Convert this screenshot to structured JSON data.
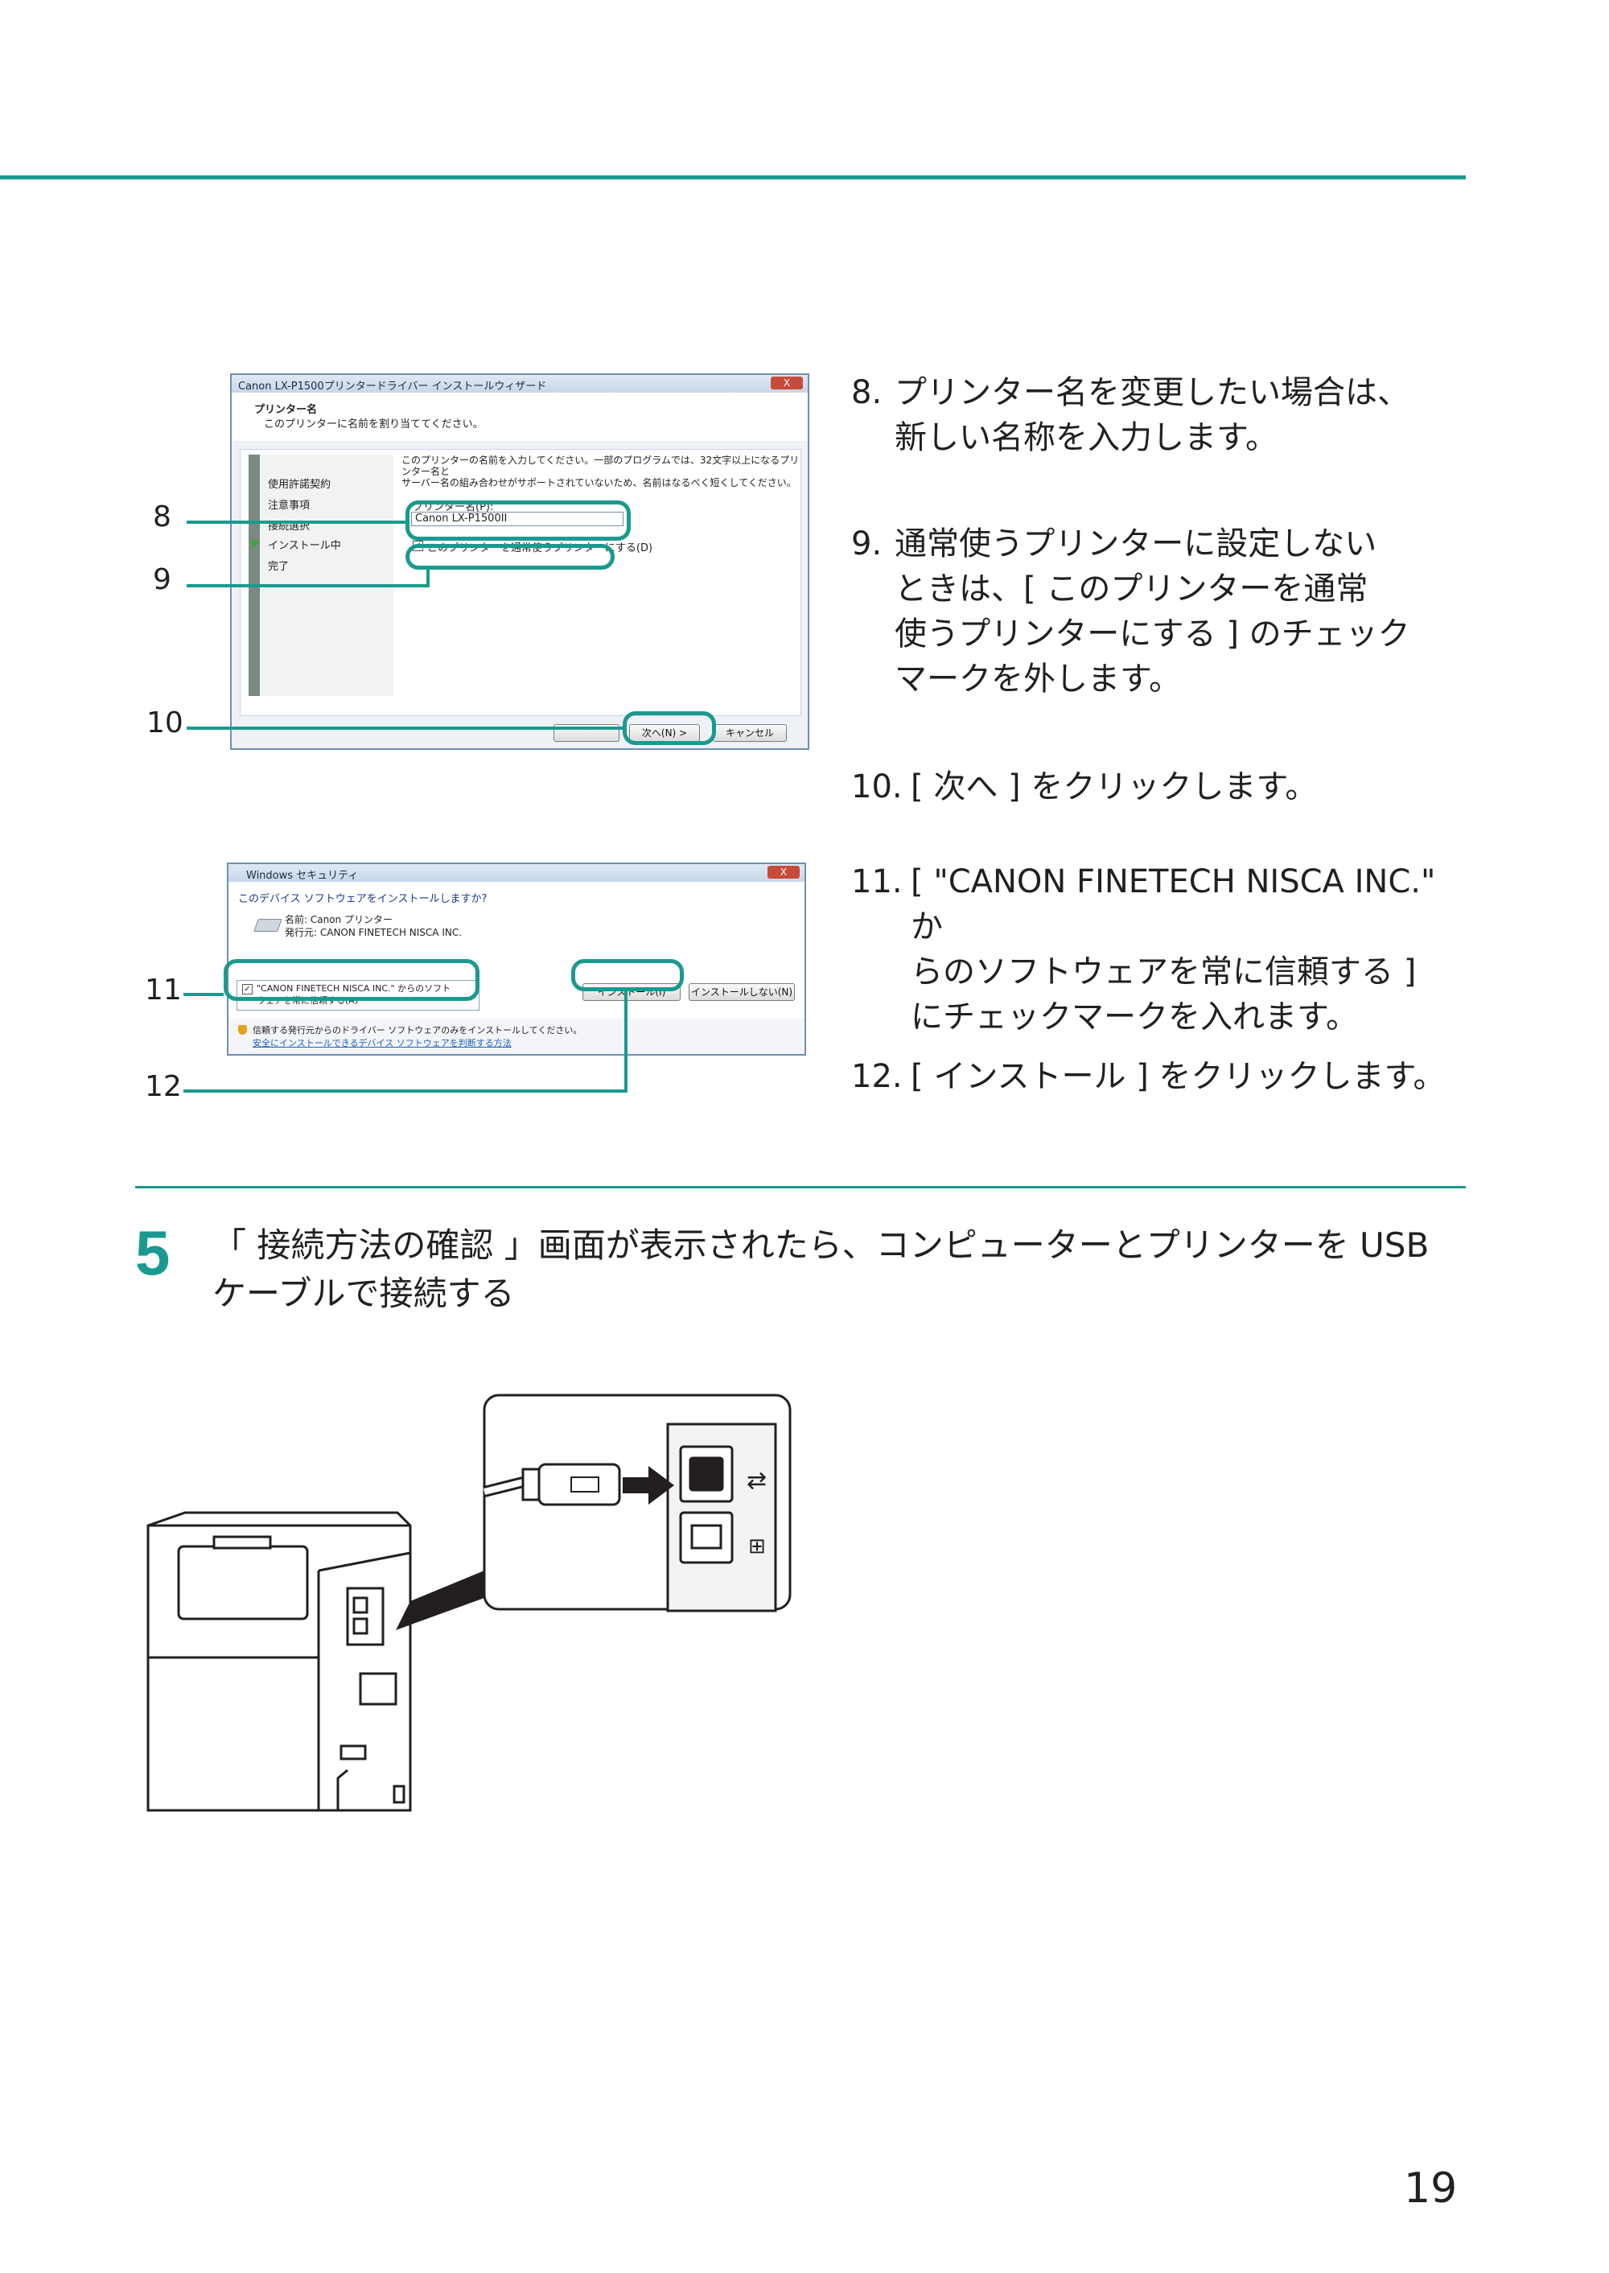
{
  "steps_top": [
    {
      "num": "8.",
      "text": "プリンター名を変更したい場合は、\n新しい名称を入力します。"
    },
    {
      "num": "9.",
      "text": "通常使うプリンターに設定しない\nときは、[ このプリンターを通常\n使うプリンターにする ] のチェック\nマークを外します。"
    },
    {
      "num": "10.",
      "text": "[ 次へ ] をクリックします。"
    },
    {
      "num": "11.",
      "text": "[ \"CANON FINETECH NISCA INC.\" か\nらのソフトウェアを常に信頼する ]\nにチェックマークを入れます。"
    },
    {
      "num": "12.",
      "text": "[ インストール ] をクリックします。"
    }
  ],
  "callouts": {
    "c8": "8",
    "c9": "9",
    "c10": "10",
    "c11": "11",
    "c12": "12"
  },
  "wizard": {
    "title": "Canon LX-P1500プリンタードライバー インストールウィザード",
    "close": "X",
    "header_title": "プリンター名",
    "header_sub": "このプリンターに名前を割り当ててください。",
    "description": "このプリンターの名前を入力してください。一部のプログラムでは、32文字以上になるプリンター名と\nサーバー名の組み合わせがサポートされていないため、名前はなるべく短くしてください。",
    "sidebar": [
      "使用許諾契約",
      "注意事項",
      "接続選択",
      "インストール中",
      "完了"
    ],
    "field_label": "プリンター名(P):",
    "field_value": "Canon LX-P1500II",
    "default_checkbox": "このプリンターを通常使うプリンターにする(D)",
    "buttons": {
      "back": "",
      "next": "次へ(N) >",
      "cancel": "キャンセル"
    }
  },
  "security": {
    "title": "Windows セキュリティ",
    "close": "X",
    "question": "このデバイス ソフトウェアをインストールしますか?",
    "name_line": "名前: Canon プリンター",
    "publisher_line": "発行元: CANON FINETECH NISCA INC.",
    "trust_checkbox": "\"CANON FINETECH NISCA INC.\" からのソフト\nウェアを常に信頼する(A)",
    "install_button": "インストール(I)",
    "dont_install_button": "インストールしない(N)",
    "notice": "信頼する発行元からのドライバー ソフトウェアのみをインストールしてください。",
    "notice_link": "安全にインストールできるデバイス ソフトウェアを判断する方法"
  },
  "step5": {
    "number": "5",
    "text": "「 接続方法の確認 」画面が表示されたら、コンピューターとプリンターを USB\nケーブルで接続する"
  },
  "page_number": "19"
}
